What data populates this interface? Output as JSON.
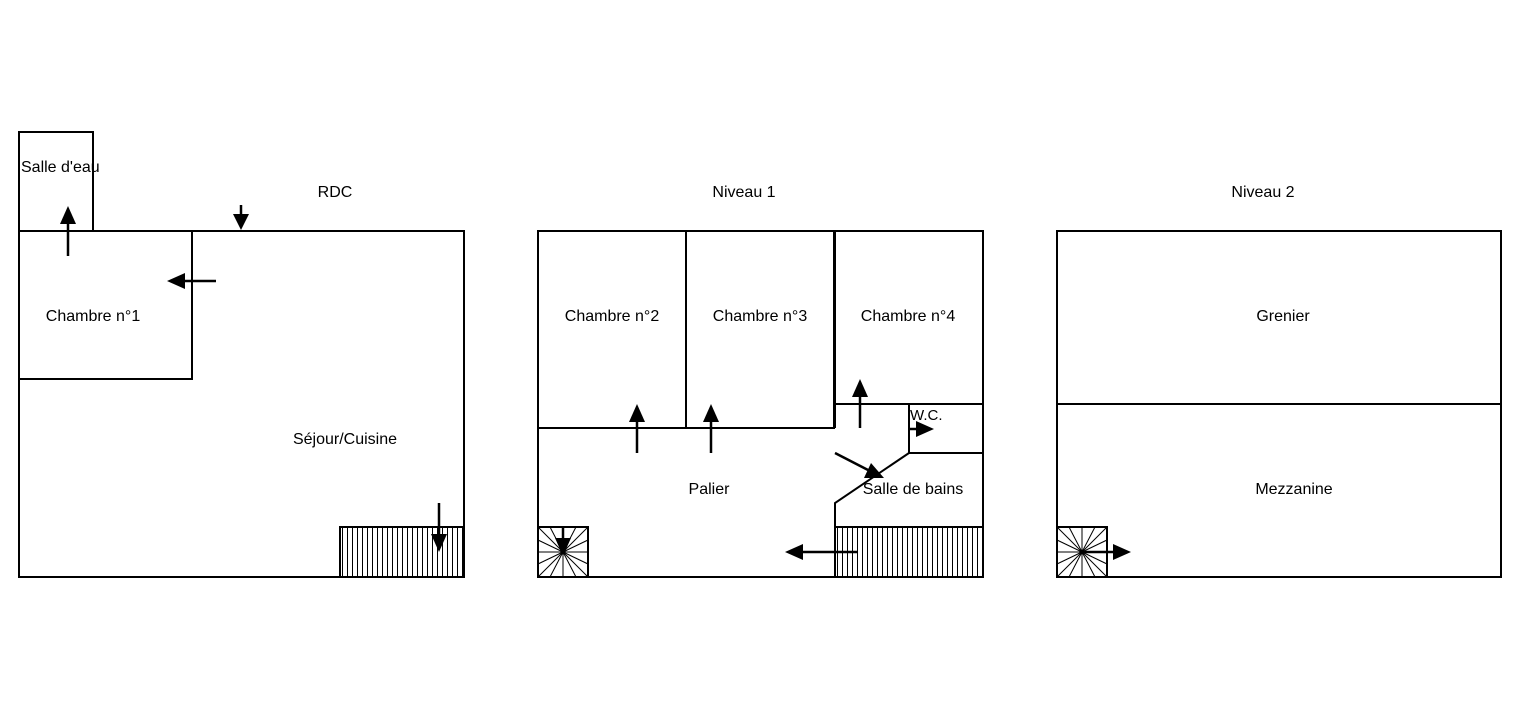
{
  "plan": {
    "levels": [
      {
        "title": "RDC",
        "rooms": [
          "Salle d'eau",
          "Chambre n°1",
          "Séjour/Cuisine"
        ]
      },
      {
        "title": "Niveau 1",
        "rooms": [
          "Chambre n°2",
          "Chambre n°3",
          "Chambre n°4",
          "W.C.",
          "Palier",
          "Salle de bains"
        ]
      },
      {
        "title": "Niveau 2",
        "rooms": [
          "Grenier",
          "Mezzanine"
        ]
      }
    ]
  }
}
